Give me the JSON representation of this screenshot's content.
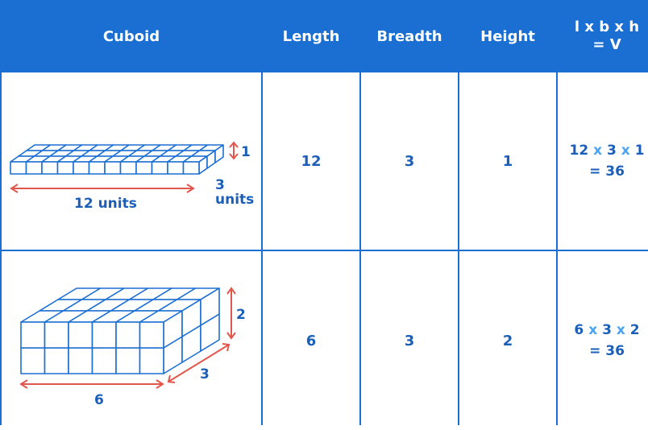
{
  "headers": {
    "cuboid": "Cuboid",
    "length": "Length",
    "breadth": "Breadth",
    "height": "Height",
    "formula_line1": "l x b x h",
    "formula_line2": "= V"
  },
  "rows": [
    {
      "figure": {
        "length_label": "12 units",
        "breadth_label_1": "3",
        "breadth_label_2": "units",
        "height_label": "1",
        "cubes_long": 12,
        "cubes_deep": 3,
        "cubes_high": 1
      },
      "length": "12",
      "breadth": "3",
      "height": "1",
      "formula": {
        "l": "12",
        "x1": "x",
        "b": "3",
        "x2": "x",
        "h": "1",
        "result": "= 36"
      }
    },
    {
      "figure": {
        "length_label": "6",
        "breadth_label": "3",
        "height_label": "2",
        "cubes_long": 6,
        "cubes_deep": 3,
        "cubes_high": 2
      },
      "length": "6",
      "breadth": "3",
      "height": "2",
      "formula": {
        "l": "6",
        "x1": "x",
        "b": "3",
        "x2": "x",
        "h": "2",
        "result": "= 36"
      }
    }
  ],
  "colors": {
    "primary": "#1b6fd3",
    "arrow": "#e0584d",
    "operator": "#4aa3f0"
  }
}
